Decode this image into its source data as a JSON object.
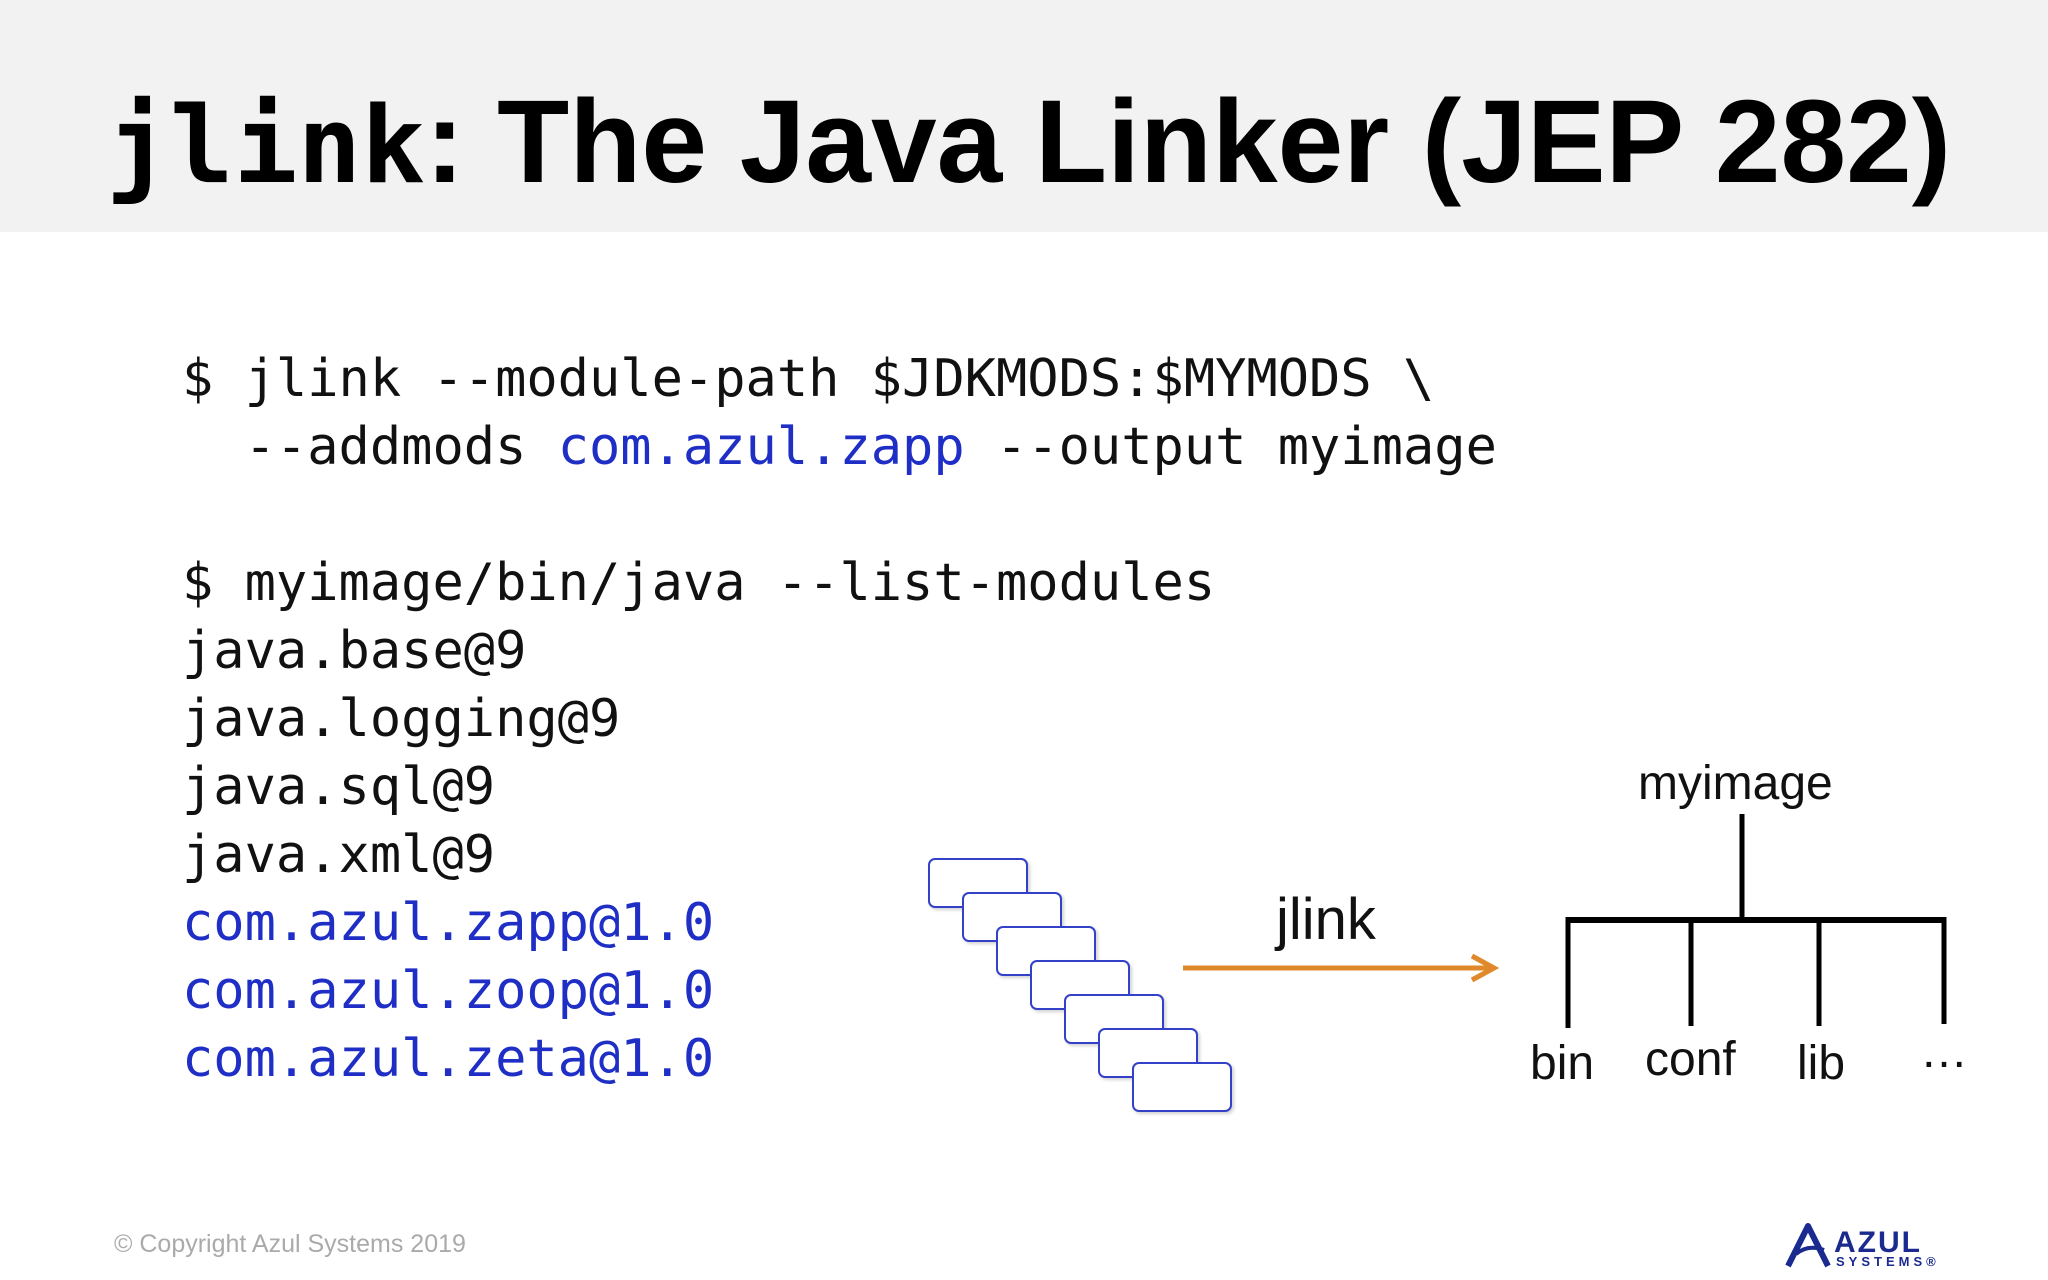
{
  "slide": {
    "title_mono": "jlink",
    "title_rest": ": The Java Linker (JEP 282)"
  },
  "commands": {
    "line1": "$ jlink --module-path $JDKMODS:$MYMODS \\",
    "line2_prefix": "  --addmods ",
    "line2_module": "com.azul.zapp",
    "line2_suffix": " --output myimage",
    "line3": "$ myimage/bin/java --list-modules"
  },
  "modules": {
    "jdk": [
      "java.base@9",
      "java.logging@9",
      "java.sql@9",
      "java.xml@9"
    ],
    "app": [
      "com.azul.zapp@1.0",
      "com.azul.zoop@1.0",
      "com.azul.zeta@1.0"
    ]
  },
  "diagram": {
    "arrow_label": "jlink",
    "root": "myimage",
    "children": [
      "bin",
      "conf",
      "lib",
      "…"
    ],
    "arrow_color": "#e0892a",
    "box_border_color": "#3341c9"
  },
  "footer": {
    "copyright": "© Copyright Azul Systems 2019",
    "logo_word": "AZUL",
    "logo_sub": "SYSTEMS",
    "logo_mark": "®"
  },
  "colors": {
    "title_bar": "#f2f2f2",
    "module_blue": "#1f2fc6",
    "logo_blue": "#1b2a8f"
  }
}
